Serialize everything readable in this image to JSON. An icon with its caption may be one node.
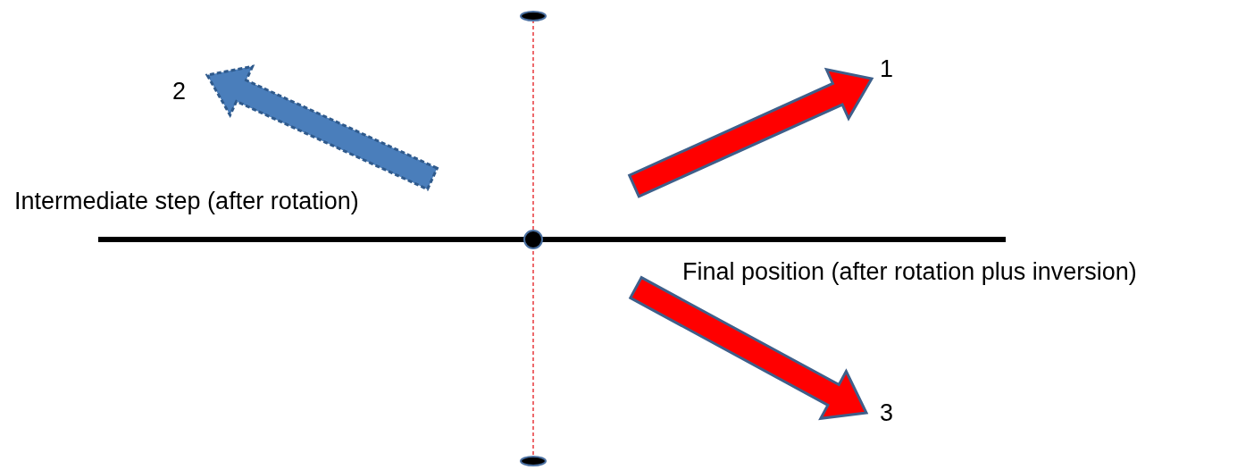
{
  "diagram": {
    "labels": [
      "1",
      "2",
      "Intermediate step (after rotation)",
      "Final position (after rotation plus inversion)",
      "3"
    ]
  }
}
